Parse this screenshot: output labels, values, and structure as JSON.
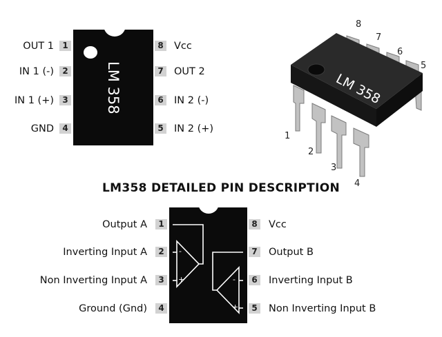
{
  "top_chip": {
    "marking": "LM 358",
    "left_pins": [
      {
        "num": "1",
        "label": "OUT 1"
      },
      {
        "num": "2",
        "label": "IN 1 (-)"
      },
      {
        "num": "3",
        "label": "IN 1 (+)"
      },
      {
        "num": "4",
        "label": "GND"
      }
    ],
    "right_pins": [
      {
        "num": "8",
        "label": "Vcc"
      },
      {
        "num": "7",
        "label": "OUT 2"
      },
      {
        "num": "6",
        "label": "IN 2 (-)"
      },
      {
        "num": "5",
        "label": "IN 2 (+)"
      }
    ]
  },
  "package_3d": {
    "marking": "LM 358",
    "pin_numbers": [
      "1",
      "2",
      "3",
      "4",
      "5",
      "6",
      "7",
      "8"
    ]
  },
  "title": "LM358 DETAILED PIN DESCRIPTION",
  "bottom_chip": {
    "left_pins": [
      {
        "num": "1",
        "label": "Output A"
      },
      {
        "num": "2",
        "label": "Inverting Input A"
      },
      {
        "num": "3",
        "label": "Non Inverting Input A"
      },
      {
        "num": "4",
        "label": "Ground (Gnd)"
      }
    ],
    "right_pins": [
      {
        "num": "8",
        "label": "Vcc"
      },
      {
        "num": "7",
        "label": "Output B"
      },
      {
        "num": "6",
        "label": "Inverting Input B"
      },
      {
        "num": "5",
        "label": "Non Inverting Input B"
      }
    ],
    "symbols": {
      "minus": "-",
      "plus": "+"
    }
  },
  "colors": {
    "chip": "#0b0b0b",
    "pin": "#d2d2d2",
    "package": "#1e1e1e",
    "leads": "#bdbdbd"
  }
}
